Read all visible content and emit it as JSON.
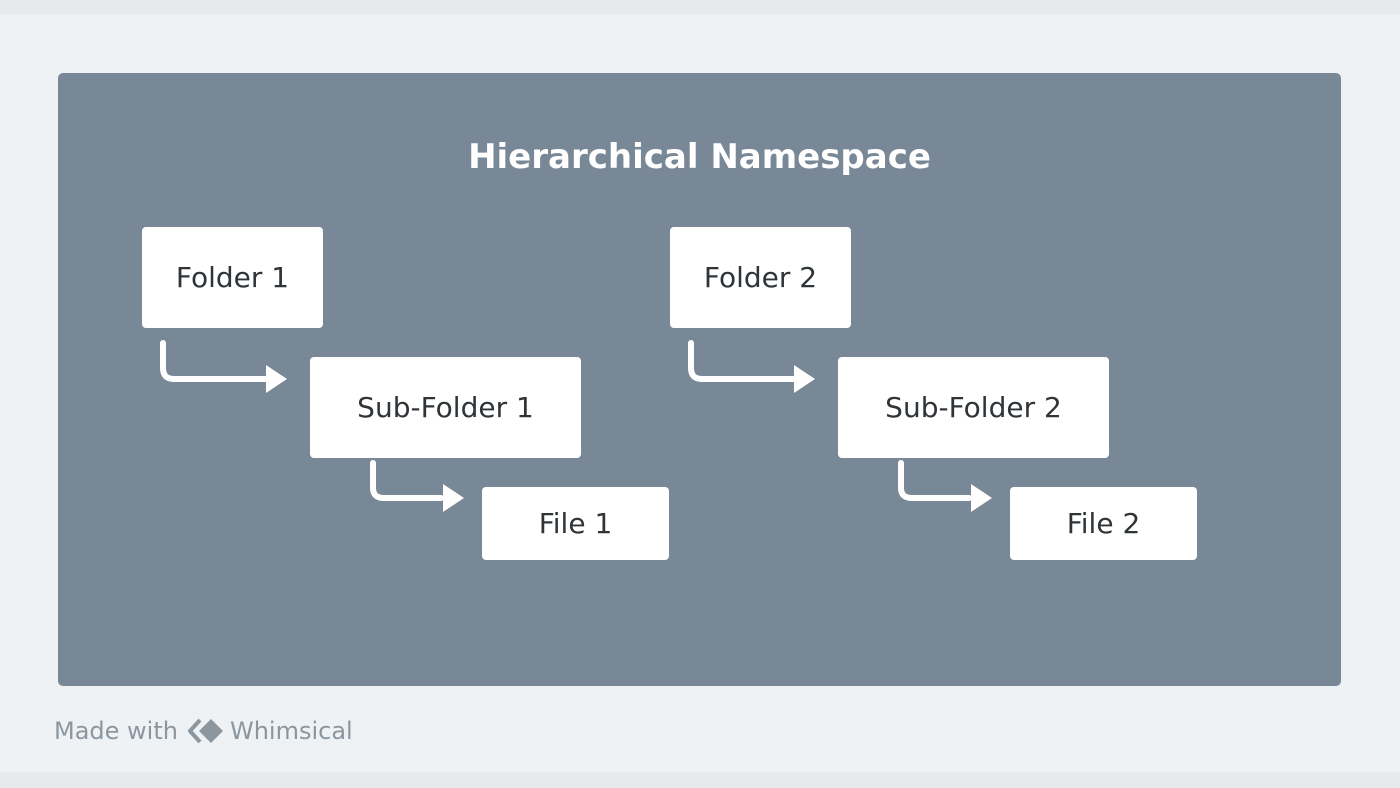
{
  "diagram": {
    "title": "Hierarchical Namespace",
    "nodes": {
      "folder1": "Folder 1",
      "subfolder1": "Sub-Folder 1",
      "file1": "File 1",
      "folder2": "Folder 2",
      "subfolder2": "Sub-Folder 2",
      "file2": "File 2"
    },
    "colors": {
      "panel": "#798896",
      "node": "#ffffff",
      "arrow": "#ffffff",
      "background": "#eef2f5"
    }
  },
  "footer": {
    "made_with": "Made with",
    "brand": "Whimsical",
    "logo_icon": "whimsical-logo-icon"
  }
}
